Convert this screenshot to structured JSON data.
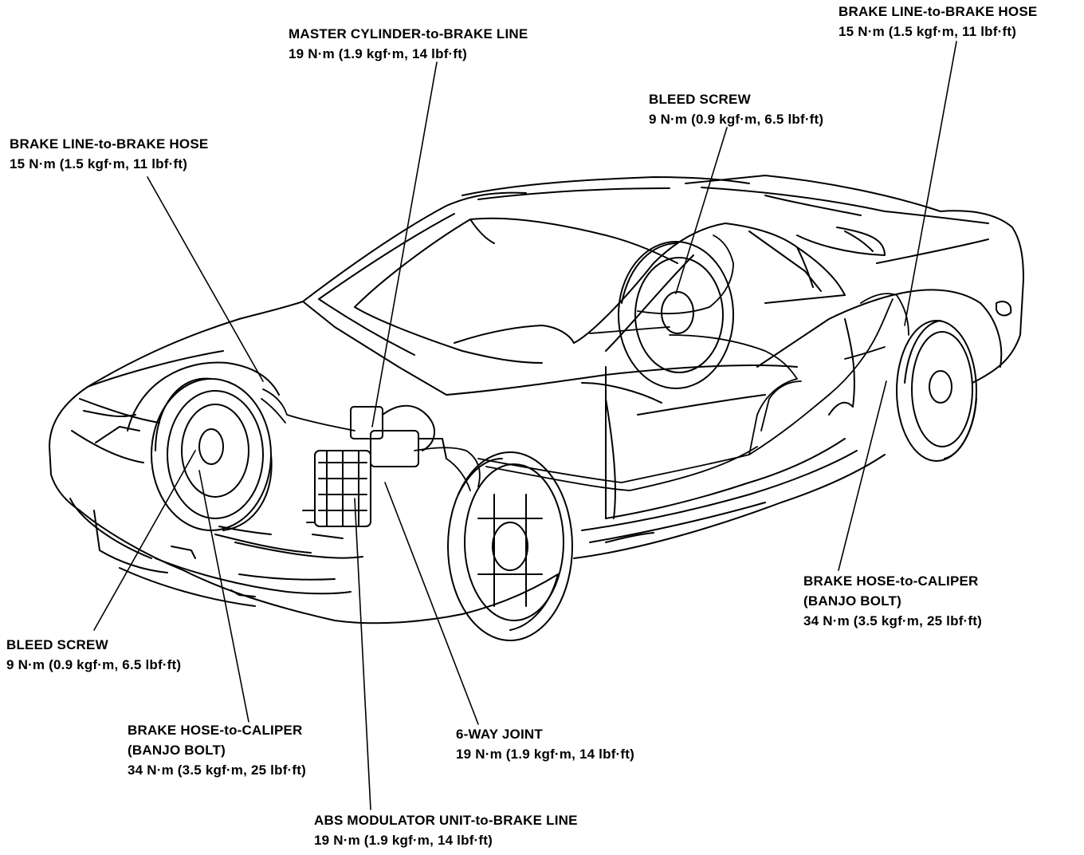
{
  "callouts": {
    "master_cyl": {
      "title": "MASTER CYLINDER-to-BRAKE LINE",
      "torque": "19 N·m (1.9 kgf·m, 14 lbf·ft)"
    },
    "rr_line_hose": {
      "title": "BRAKE LINE-to-BRAKE HOSE",
      "torque": "15 N·m (1.5 kgf·m, 11 lbf·ft)"
    },
    "rear_bleed": {
      "title": "BLEED SCREW",
      "torque": "9 N·m (0.9 kgf·m, 6.5 lbf·ft)"
    },
    "fl_line_hose": {
      "title": "BRAKE LINE-to-BRAKE HOSE",
      "torque": "15 N·m (1.5 kgf·m, 11 lbf·ft)"
    },
    "rr_caliper": {
      "title": "BRAKE HOSE-to-CALIPER",
      "subtitle": "(BANJO BOLT)",
      "torque": "34 N·m (3.5 kgf·m, 25 lbf·ft)"
    },
    "front_bleed": {
      "title": "BLEED SCREW",
      "torque": "9 N·m (0.9 kgf·m, 6.5 lbf·ft)"
    },
    "fl_caliper": {
      "title": "BRAKE HOSE-to-CALIPER",
      "subtitle": "(BANJO BOLT)",
      "torque": "34 N·m (3.5 kgf·m, 25 lbf·ft)"
    },
    "six_way": {
      "title": "6-WAY JOINT",
      "torque": "19 N·m (1.9 kgf·m, 14 lbf·ft)"
    },
    "abs": {
      "title": "ABS MODULATOR UNIT-to-BRAKE LINE",
      "torque": "19 N·m (1.9 kgf·m, 14 lbf·ft)"
    }
  }
}
